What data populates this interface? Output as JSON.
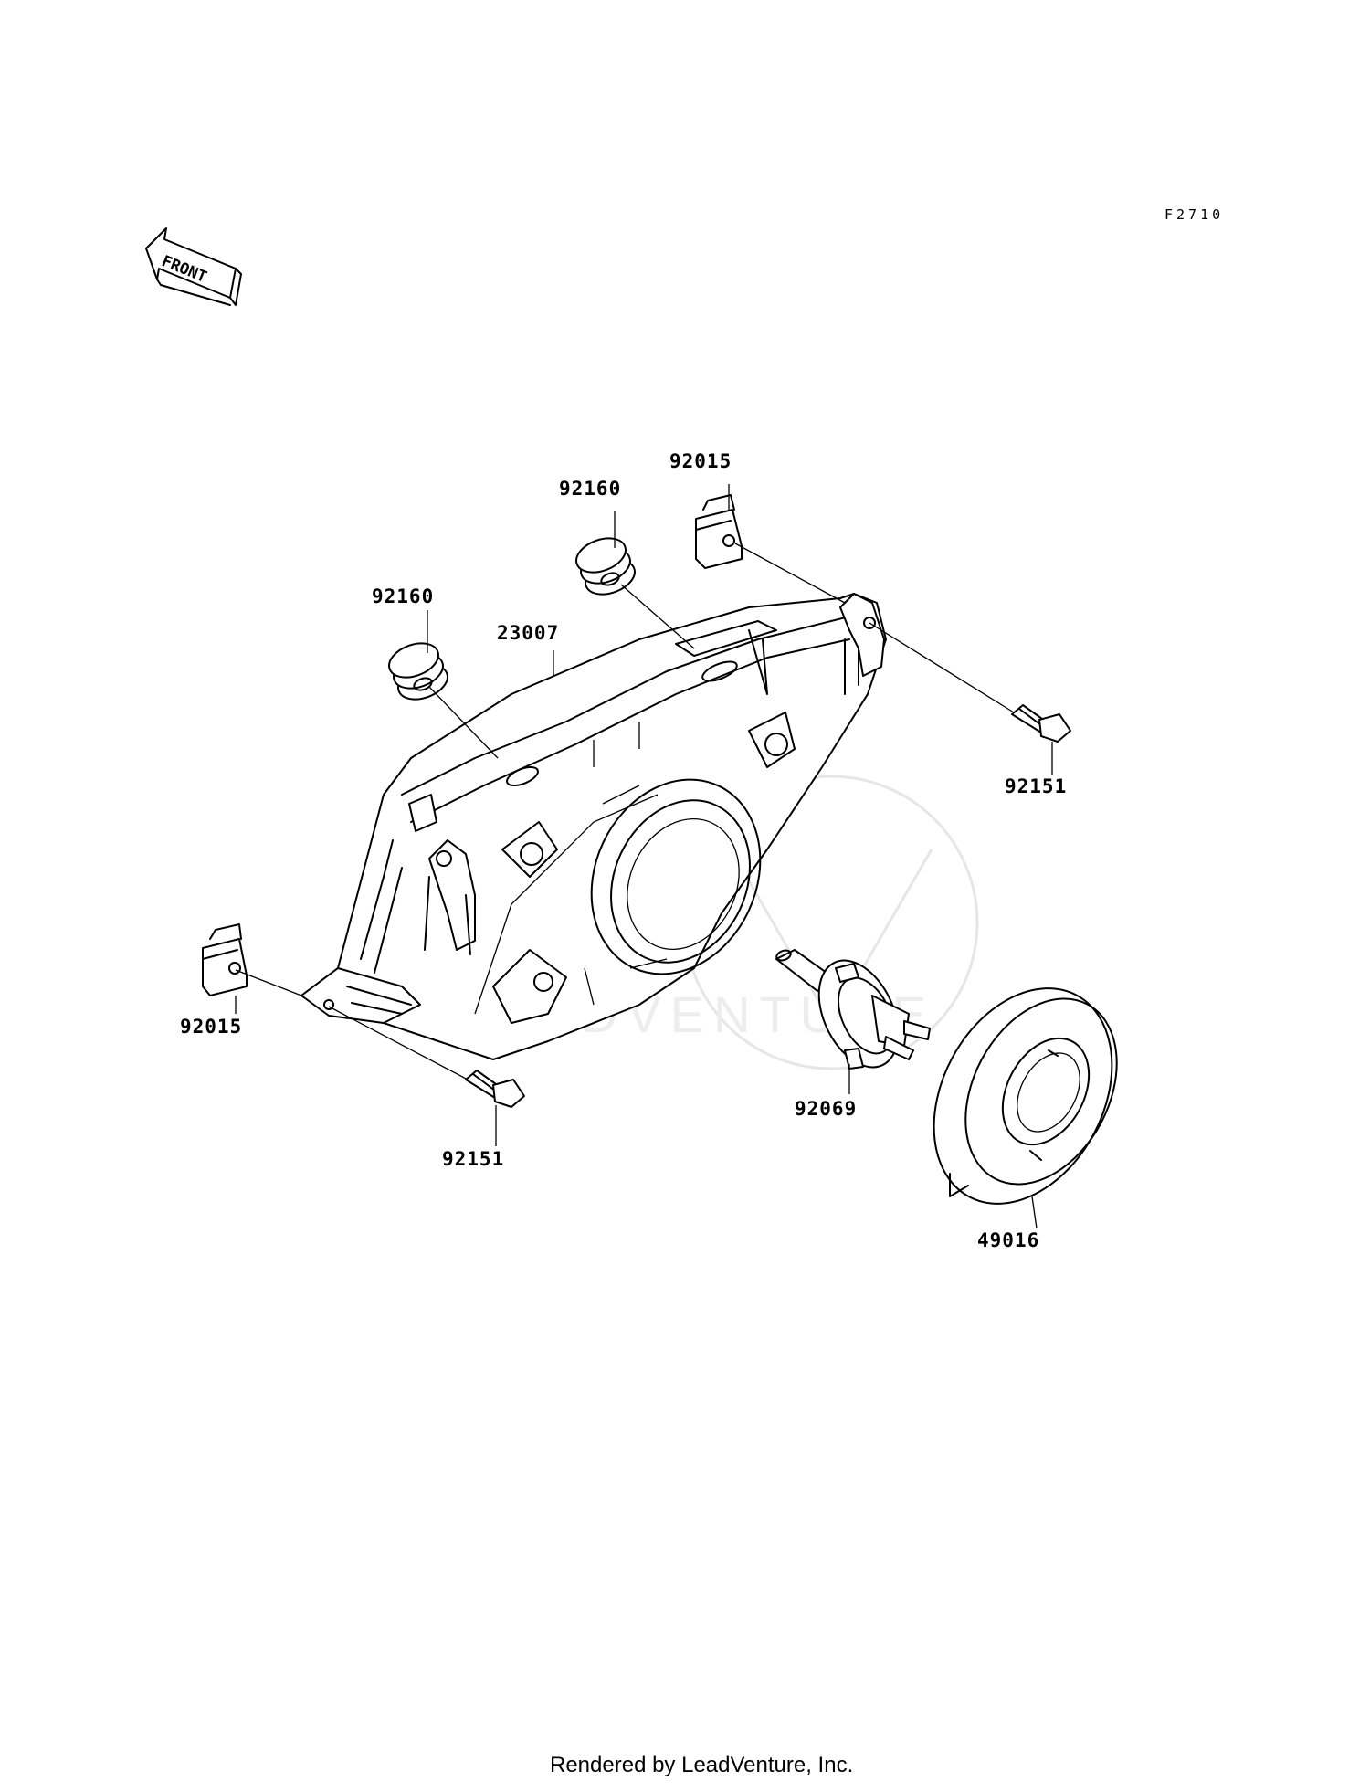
{
  "diagram": {
    "reference_code": "F2710",
    "direction_label": "FRONT",
    "credit": "Rendered by LeadVenture, Inc.",
    "watermark": "LEADVENTURE",
    "parts": [
      {
        "number": "92015"
      },
      {
        "number": "92160"
      },
      {
        "number": "92160"
      },
      {
        "number": "23007"
      },
      {
        "number": "92151"
      },
      {
        "number": "92015"
      },
      {
        "number": "92151"
      },
      {
        "number": "92069"
      },
      {
        "number": "49016"
      }
    ]
  }
}
